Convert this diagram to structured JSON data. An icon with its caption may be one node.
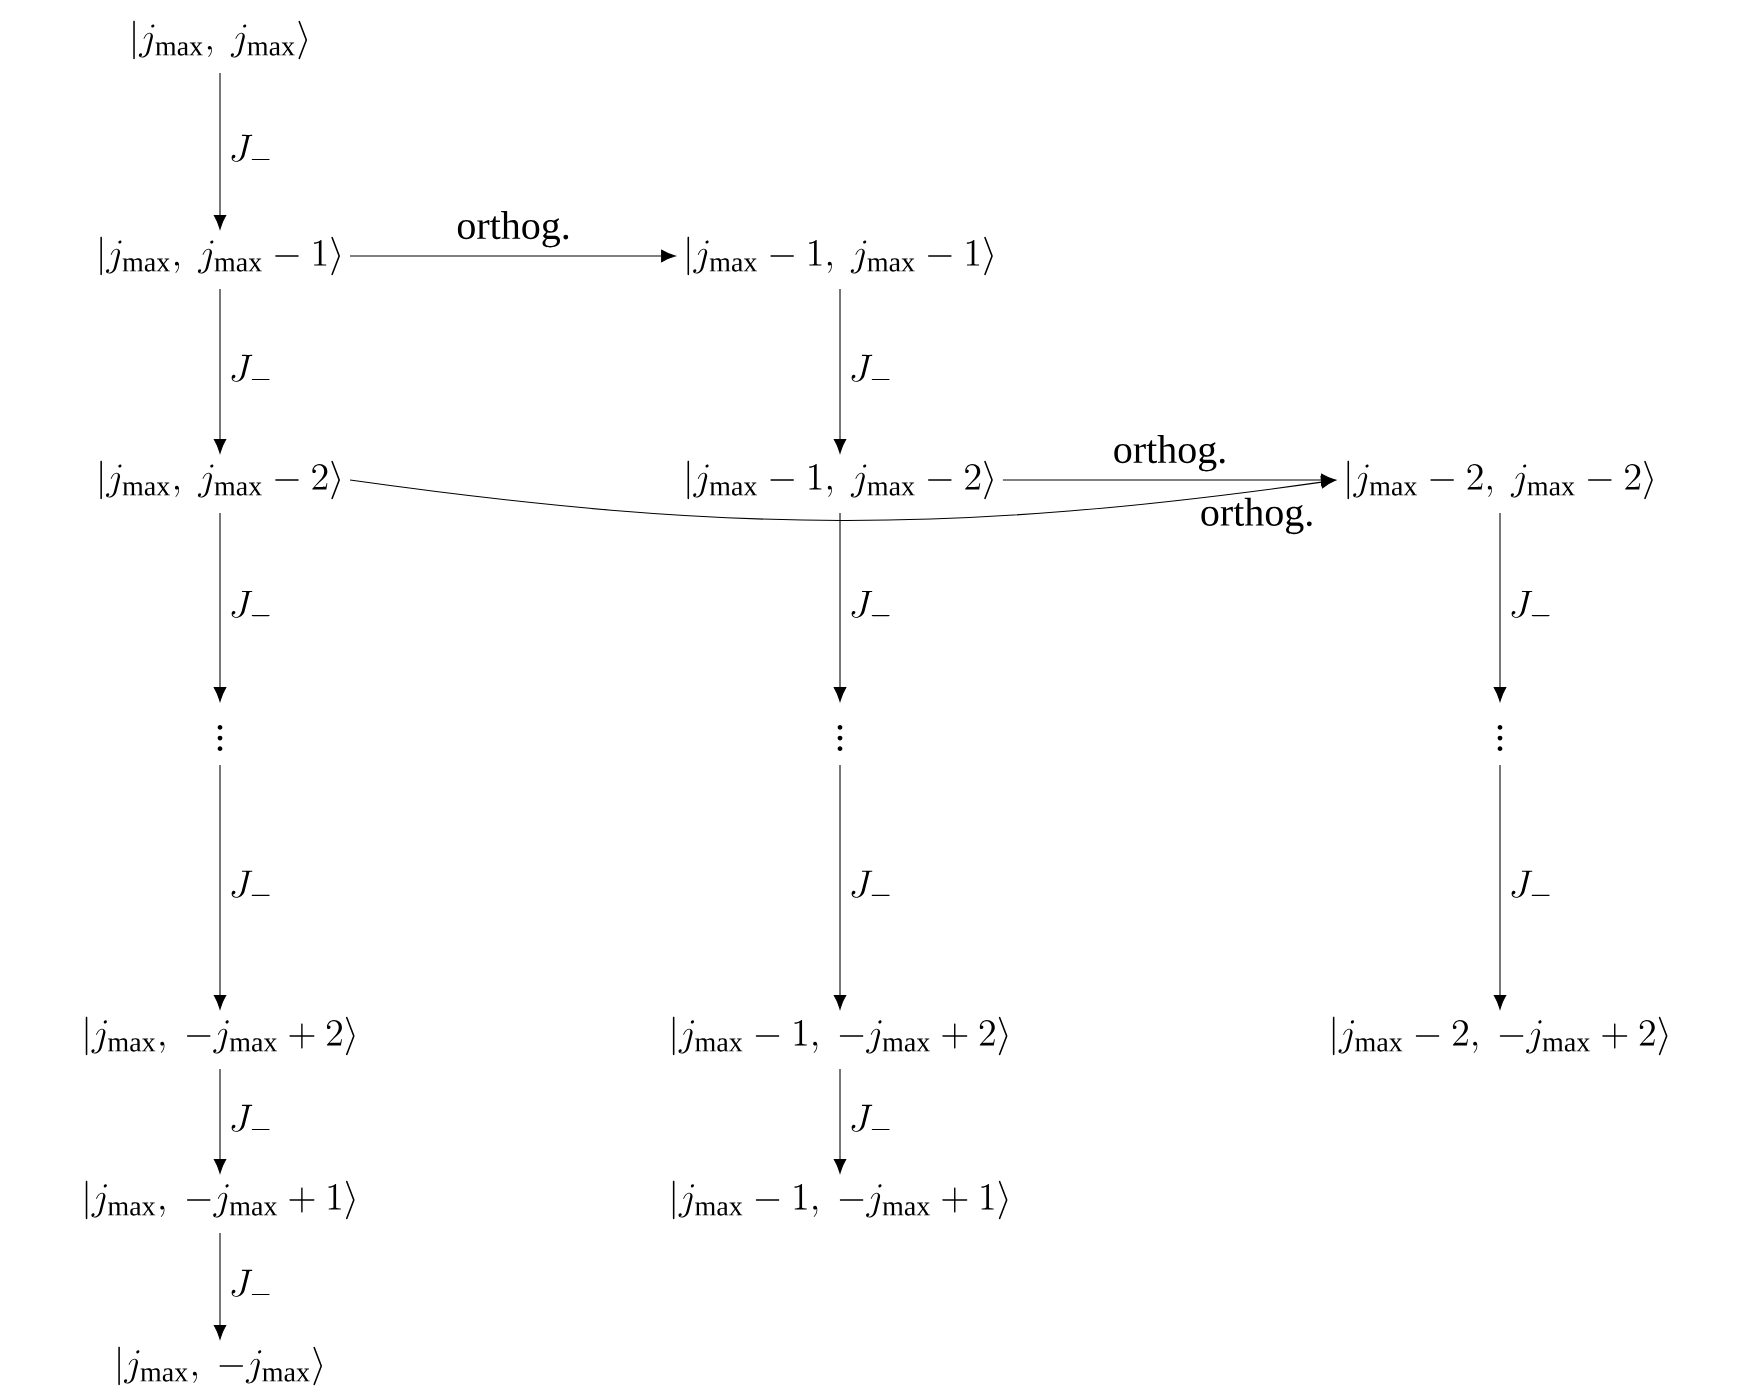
{
  "diagram": {
    "nodes": [
      {
        "text": [
          "|j_\\mathrm{max},\\ j_\\mathrm{max}\\rangle"
        ]
      },
      {
        "text": [
          "|j_\\mathrm{max},\\ j_\\mathrm{max}-1\\rangle"
        ]
      },
      {
        "text": [
          "|j_\\mathrm{max},\\ j_\\mathrm{max}-2\\rangle"
        ]
      },
      {
        "text": [
          "\\vdots"
        ]
      },
      {
        "text": [
          "|j_\\mathrm{max},\\ -j_\\mathrm{max}+2\\rangle"
        ]
      },
      {
        "text": [
          "|j_\\mathrm{max},\\ -j_\\mathrm{max}+1\\rangle"
        ]
      },
      {
        "text": [
          "|j_\\mathrm{max},\\ -j_\\mathrm{max}\\rangle"
        ]
      },
      {
        "text": [
          "|j_\\mathrm{max}-1,\\ j_\\mathrm{max}-1\\rangle"
        ]
      },
      {
        "text": [
          "|j_\\mathrm{max}-1,\\ j_\\mathrm{max}-2\\rangle"
        ]
      },
      {
        "text": [
          "\\vdots"
        ]
      },
      {
        "text": [
          "|j_\\mathrm{max}-1,\\ -j_\\mathrm{max}+2\\rangle"
        ]
      },
      {
        "text": [
          "|j_\\mathrm{max}-1,\\ -j_\\mathrm{max}+1\\rangle"
        ]
      },
      {
        "text": [
          "|j_\\mathrm{max}-2,\\ j_\\mathrm{max}-2\\rangle"
        ]
      },
      {
        "text": [
          "\\vdots"
        ]
      },
      {
        "text": [
          "|j_\\mathrm{max}-2,\\ -j_\\mathrm{max}+2\\rangle"
        ]
      }
    ],
    "edges": [
      {
        "from": 0,
        "to": 1,
        "arrow": "to",
        "label": "J_-"
      },
      {
        "from": 1,
        "to": 2,
        "arrow": "to",
        "label": "J_-"
      },
      {
        "from": 2,
        "to": 3,
        "arrow": "to",
        "label": "J_-"
      },
      {
        "from": 3,
        "to": 4,
        "arrow": "to",
        "label": "J_-"
      },
      {
        "from": 4,
        "to": 5,
        "arrow": "to",
        "label": "J_-"
      },
      {
        "from": 5,
        "to": 6,
        "arrow": "to",
        "label": "J_-"
      },
      {
        "from": 1,
        "to": 7,
        "arrow": "to",
        "label": "orthog."
      },
      {
        "from": 7,
        "to": 8,
        "arrow": "to",
        "label": "J_-"
      },
      {
        "from": 8,
        "to": 9,
        "arrow": "to",
        "label": "J_-"
      },
      {
        "from": 9,
        "to": 10,
        "arrow": "to",
        "label": "J_-"
      },
      {
        "from": 10,
        "to": 11,
        "arrow": "to",
        "label": "J_-"
      },
      {
        "from": 8,
        "to": 12,
        "arrow": "to",
        "label": "orthog."
      },
      {
        "from": 2,
        "to": 12,
        "arrow": "to",
        "label": "orthog."
      },
      {
        "from": 12,
        "to": 13,
        "arrow": "to",
        "label": "J_-"
      },
      {
        "from": 13,
        "to": 14,
        "arrow": "to",
        "label": "J_-"
      }
    ]
  }
}
